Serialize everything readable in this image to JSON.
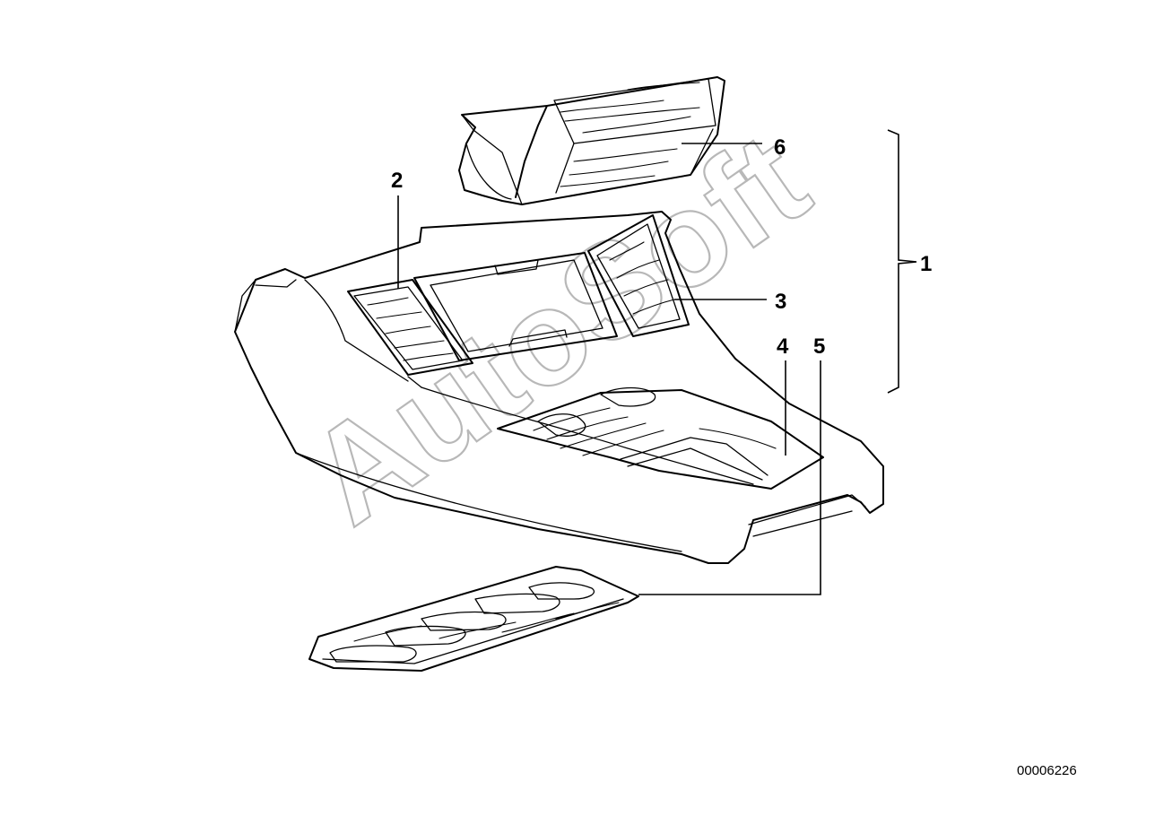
{
  "callouts": {
    "c1": "1",
    "c2": "2",
    "c3": "3",
    "c4": "4",
    "c5": "5",
    "c6": "6"
  },
  "watermark": "AutoSoft",
  "document_number": "00006226",
  "colors": {
    "line": "#000000",
    "watermark": "#b8b8b8",
    "background": "#ffffff"
  }
}
